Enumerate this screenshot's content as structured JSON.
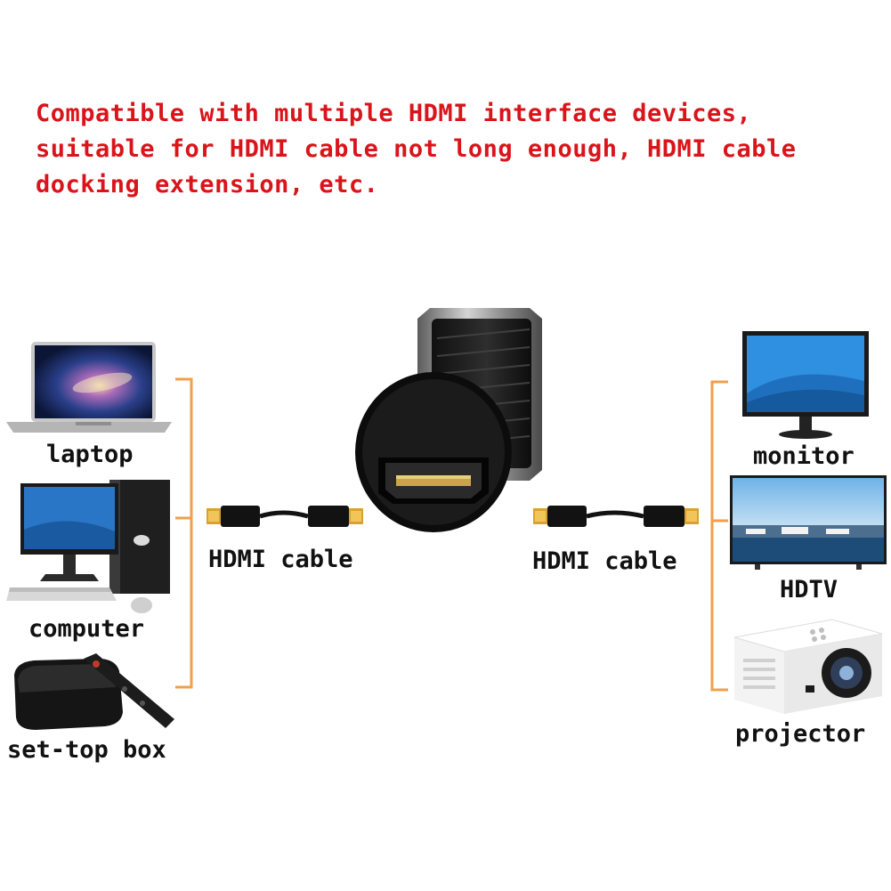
{
  "headline": {
    "line1": "Compatible with multiple HDMI interface devices,",
    "line2": "suitable for HDMI cable not long enough, HDMI cable",
    "line3": "docking extension, etc."
  },
  "left_devices": {
    "laptop": "laptop",
    "computer": "computer",
    "set_top_box": "set-top box"
  },
  "right_devices": {
    "monitor": "monitor",
    "hdtv": "HDTV",
    "projector": "projector"
  },
  "cables": {
    "left": "HDMI cable",
    "right": "HDMI cable"
  },
  "colors": {
    "headline": "#d9141a",
    "bracket": "#f0a04b",
    "label": "#111111"
  }
}
